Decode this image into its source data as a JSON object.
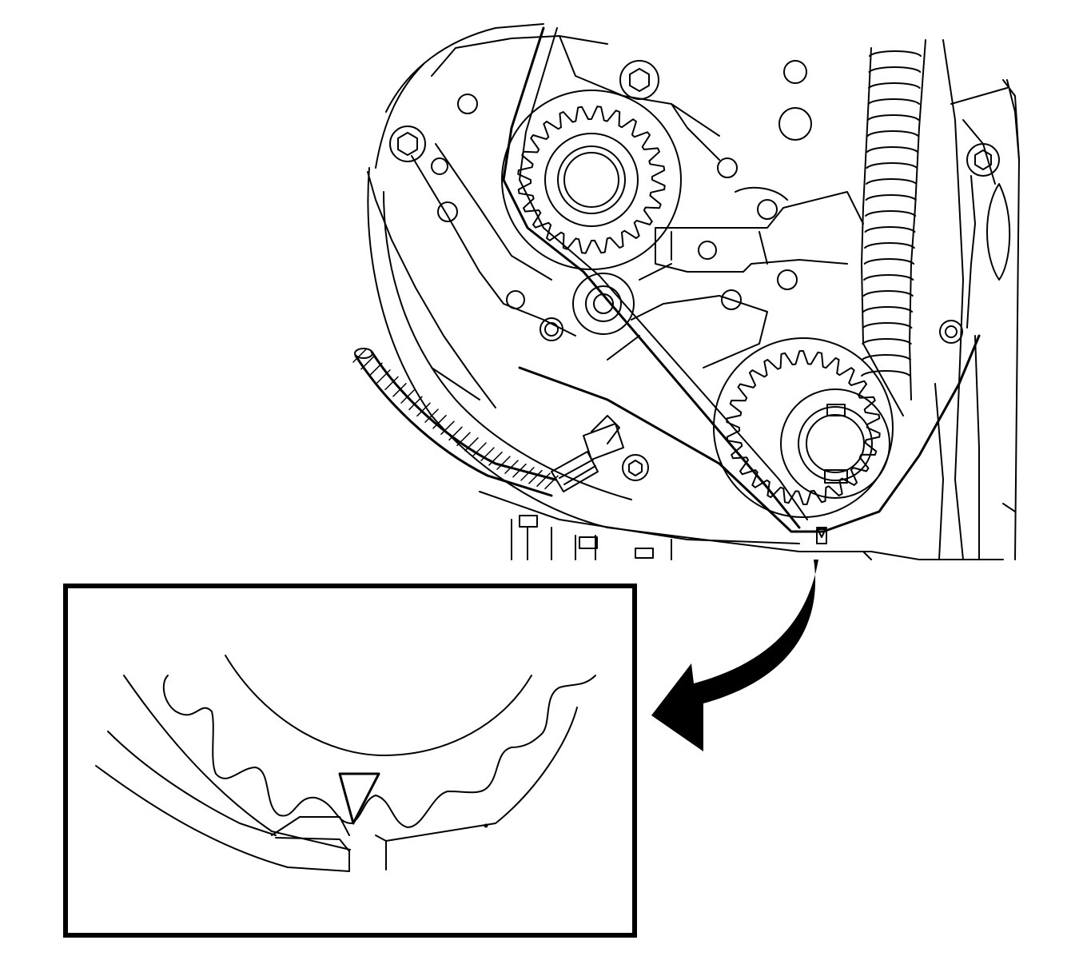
{
  "figure": {
    "domain": "Diagram",
    "colors": {
      "ink": "#000000",
      "paper": "#ffffff"
    },
    "parts": {
      "cover": "timing-belt-cover",
      "camshaft_sprocket": "camshaft-sprocket",
      "crankshaft_sprocket": "crankshaft-sprocket",
      "belt": "timing-belt",
      "tensioner": "belt-tensioner",
      "sensor": "crankshaft-position-sensor",
      "harness": "sensor-wiring-harness",
      "timing_mark": "timing-mark-triangle",
      "callout_arrow": "callout-arrow",
      "detail_box": "timing-mark-detail-view"
    }
  }
}
